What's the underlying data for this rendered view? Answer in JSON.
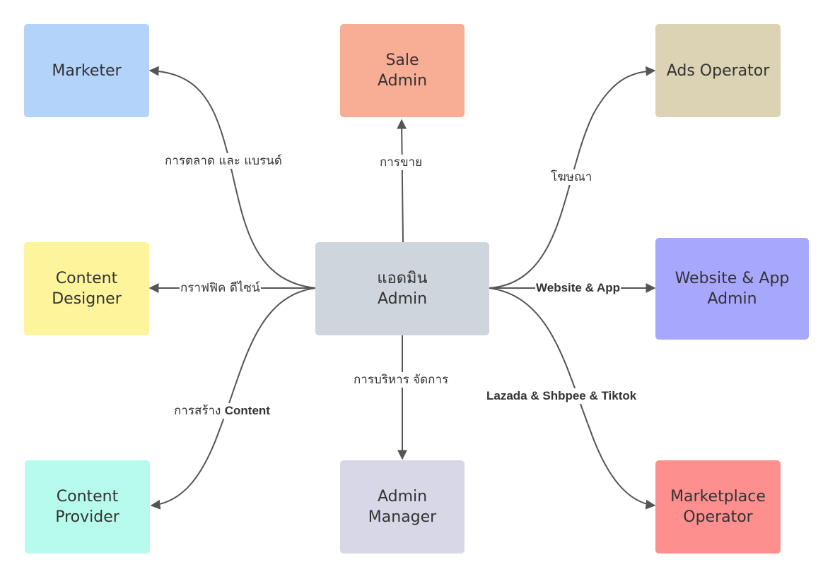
{
  "nodes": {
    "center": {
      "line1": "แอดมิน",
      "line2": "Admin",
      "color": "#cfd5dd"
    },
    "marketer": {
      "line1": "Marketer",
      "color": "#b3d3fb"
    },
    "sale_admin": {
      "line1": "Sale",
      "line2": "Admin",
      "color": "#f8ad95"
    },
    "ads_operator": {
      "line1": "Ads Operator",
      "color": "#dbd3b3"
    },
    "content_designer": {
      "line1": "Content",
      "line2": "Designer",
      "color": "#fef49b"
    },
    "website_app_admin": {
      "line1": "Website & App",
      "line2": "Admin",
      "color": "#a8a7fe"
    },
    "content_provider": {
      "line1": "Content",
      "line2": "Provider",
      "color": "#b6fbeb"
    },
    "admin_manager": {
      "line1": "Admin",
      "line2": "Manager",
      "color": "#d8d7e8"
    },
    "marketplace_operator": {
      "line1": "Marketplace",
      "line2": "Operator",
      "color": "#fd8f8f"
    }
  },
  "edges": {
    "marketing": {
      "label": "การตลาด และ แบรนด์"
    },
    "sales": {
      "label": "การขาย"
    },
    "ads": {
      "label": "โฆษณา"
    },
    "graphic": {
      "label": "กราฟฟิค ดีไซน์"
    },
    "website": {
      "label": "Website & App"
    },
    "content": {
      "label_prefix": "การสร้าง",
      "label_bold": "Content"
    },
    "management": {
      "label": "การบริหาร จัดการ"
    },
    "marketplace": {
      "label": "Lazada & Shbpee & Tiktok"
    }
  },
  "colors": {
    "edge": "#555555"
  }
}
